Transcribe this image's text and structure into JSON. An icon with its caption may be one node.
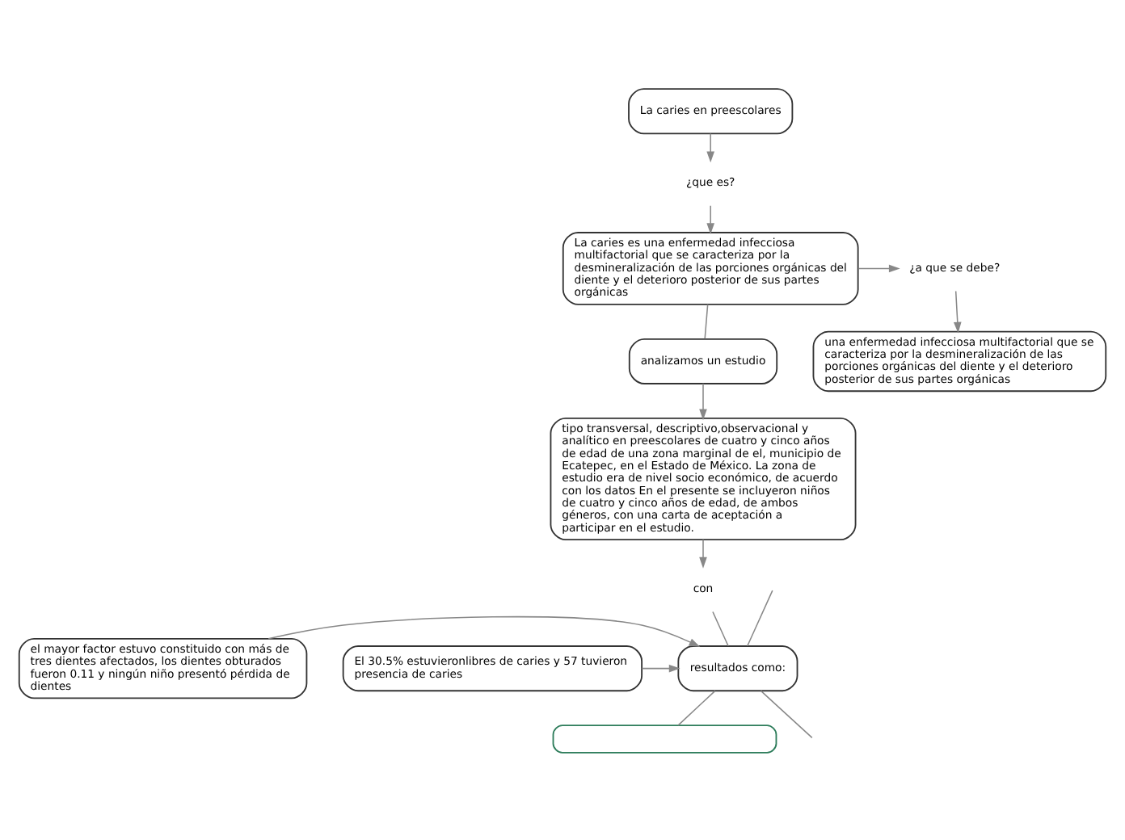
{
  "diagram": {
    "nodes": [
      {
        "text": [
          "La caries en preescolares"
        ]
      },
      {
        "text": [
          "¿que es?"
        ]
      },
      {
        "text": [
          "La caries es una enfermedad infecciosa multifactorial que se caracteriza por la desmineralización de las porciones orgánicas del diente y el deterioro posterior de sus partes orgánicas"
        ]
      },
      {
        "text": [
          "¿a que se debe?"
        ]
      },
      {
        "text": [
          "una enfermedad infecciosa multifactorial que se caracteriza por la desmineralización de las porciones orgánicas del diente y el deterioro posterior de sus partes orgánicas"
        ]
      },
      {
        "text": [
          "analizamos un estudio"
        ]
      },
      {
        "text": [
          "tipo transversal, descriptivo,observacional y analítico en preescolares de cuatro y cinco años de edad de una zona marginal de el, municipio de Ecatepec, en el Estado de México. La zona de estudio era de nivel socio económico, de acuerdo con los datos En el presente se incluyeron niños de cuatro y cinco años de edad, de ambos géneros, con una carta de aceptación a participar en el estudio."
        ]
      },
      {
        "text": [
          "con"
        ]
      },
      {
        "text": [
          "resultados como:"
        ]
      },
      {
        "text": [
          "el mayor factor estuvo constituido con más de tres dientes afectados, los dientes obturados fueron 0.11 y ningún niño presentó pérdida de dientes"
        ]
      },
      {
        "text": [
          "El 30.5% estuvieronlibres de caries y 57 tuvieron presencia de caries"
        ]
      },
      {
        "text": [],
        "shape": "box"
      }
    ],
    "edges": [
      {
        "from": 0,
        "to": 1,
        "arrow": "to"
      },
      {
        "from": 1,
        "to": 2,
        "arrow": "to"
      },
      {
        "from": 2,
        "to": 3,
        "arrow": "to"
      },
      {
        "from": 3,
        "to": 4,
        "arrow": "to"
      },
      {
        "from": 2,
        "to": 5,
        "arrow": "none"
      },
      {
        "from": 5,
        "to": 6,
        "arrow": "to"
      },
      {
        "from": 6,
        "to": 7,
        "arrow": "to"
      },
      {
        "from": 7,
        "to": 8,
        "arrow": "none"
      },
      {
        "from": 9,
        "to": 8,
        "arrow": "to"
      },
      {
        "from": 10,
        "to": 8,
        "arrow": "to"
      },
      {
        "from": 8,
        "to": 11,
        "arrow": "none"
      },
      {
        "from": 8,
        "to": null,
        "arrow": "none"
      },
      {
        "from": null,
        "to": 8,
        "arrow": "none"
      }
    ]
  }
}
